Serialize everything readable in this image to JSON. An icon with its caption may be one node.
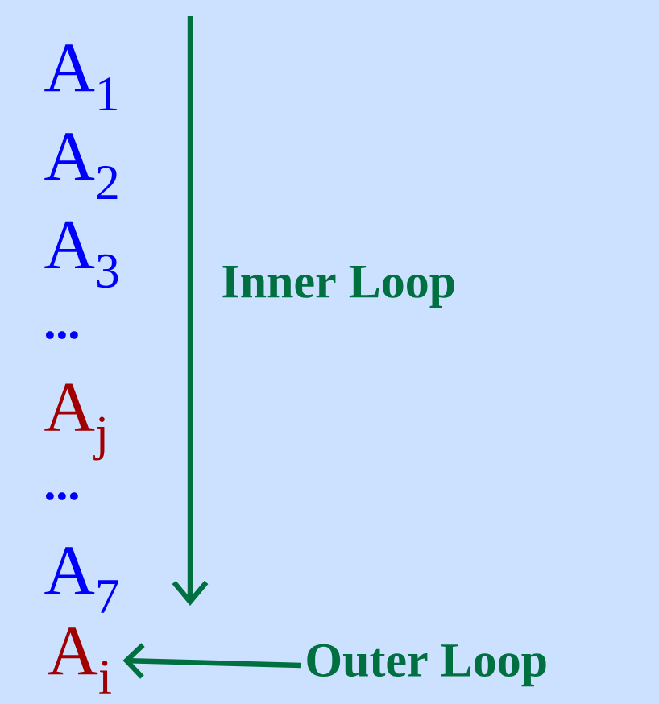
{
  "diagram": {
    "nodes": [
      {
        "text": [
          "A$_{i}$"
        ]
      },
      {
        "text": [
          "Outer Loop"
        ]
      }
    ],
    "edges": [
      {
        "from": 1,
        "to": 0,
        "arrow": "to"
      }
    ],
    "labels": [
      "A$_{1}$",
      "A$_{2}$",
      "A$_{3}$",
      "Inner Loop",
      "...",
      "A$_{j}$",
      "...",
      "A$_{7}$"
    ]
  }
}
